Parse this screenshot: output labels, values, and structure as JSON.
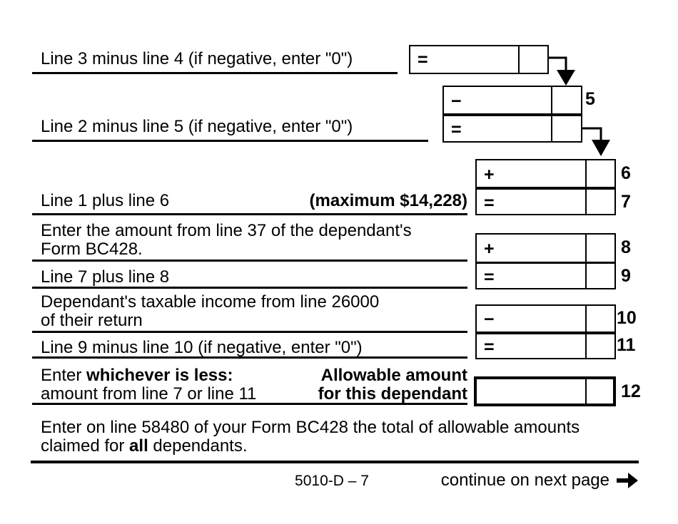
{
  "form": {
    "rows": {
      "row1": {
        "label": "Line 3 minus line 4 (if negative, enter \"0\")"
      },
      "row2": {
        "label": "Line 2 minus line 5 (if negative, enter \"0\")"
      },
      "row3": {
        "label": "Line 1 plus line 6",
        "max_note": "(maximum $14,228)"
      },
      "row4": {
        "line1": "Enter the amount from line 37 of the dependant's",
        "line2": "Form BC428."
      },
      "row5": {
        "label": "Line 7 plus line 8"
      },
      "row6": {
        "line1": "Dependant's taxable income from line 26000",
        "line2": "of their return"
      },
      "row7": {
        "label": "Line 9 minus line 10 (if negative, enter \"0\")"
      },
      "row8": {
        "line1_prefix": "Enter ",
        "line1_bold": "whichever is less:",
        "line2": "amount from line 7 or line 11",
        "right_line1": "Allowable amount",
        "right_line2": "for this dependant"
      },
      "row9": {
        "line1": "Enter on line 58480 of your Form BC428 the total of allowable amounts",
        "line2_prefix": "claimed for ",
        "line2_bold": "all",
        "line2_suffix": " dependants."
      }
    },
    "boxes": {
      "eq_a": {
        "operator": "="
      },
      "box5": {
        "operator": "−",
        "line_number": "5"
      },
      "eq_b": {
        "operator": "="
      },
      "box6": {
        "operator": "+",
        "line_number": "6"
      },
      "box7": {
        "operator": "=",
        "line_number": "7"
      },
      "box8": {
        "operator": "+",
        "line_number": "8"
      },
      "box9": {
        "operator": "=",
        "line_number": "9"
      },
      "box10": {
        "operator": "−",
        "line_number": "10"
      },
      "box11": {
        "operator": "=",
        "line_number": "11"
      },
      "box12": {
        "line_number": "12"
      }
    },
    "footer": {
      "page_code": "5010-D – 7",
      "continue_text": "continue on next page"
    }
  },
  "colors": {
    "ink": "#000000",
    "paper": "#ffffff"
  }
}
